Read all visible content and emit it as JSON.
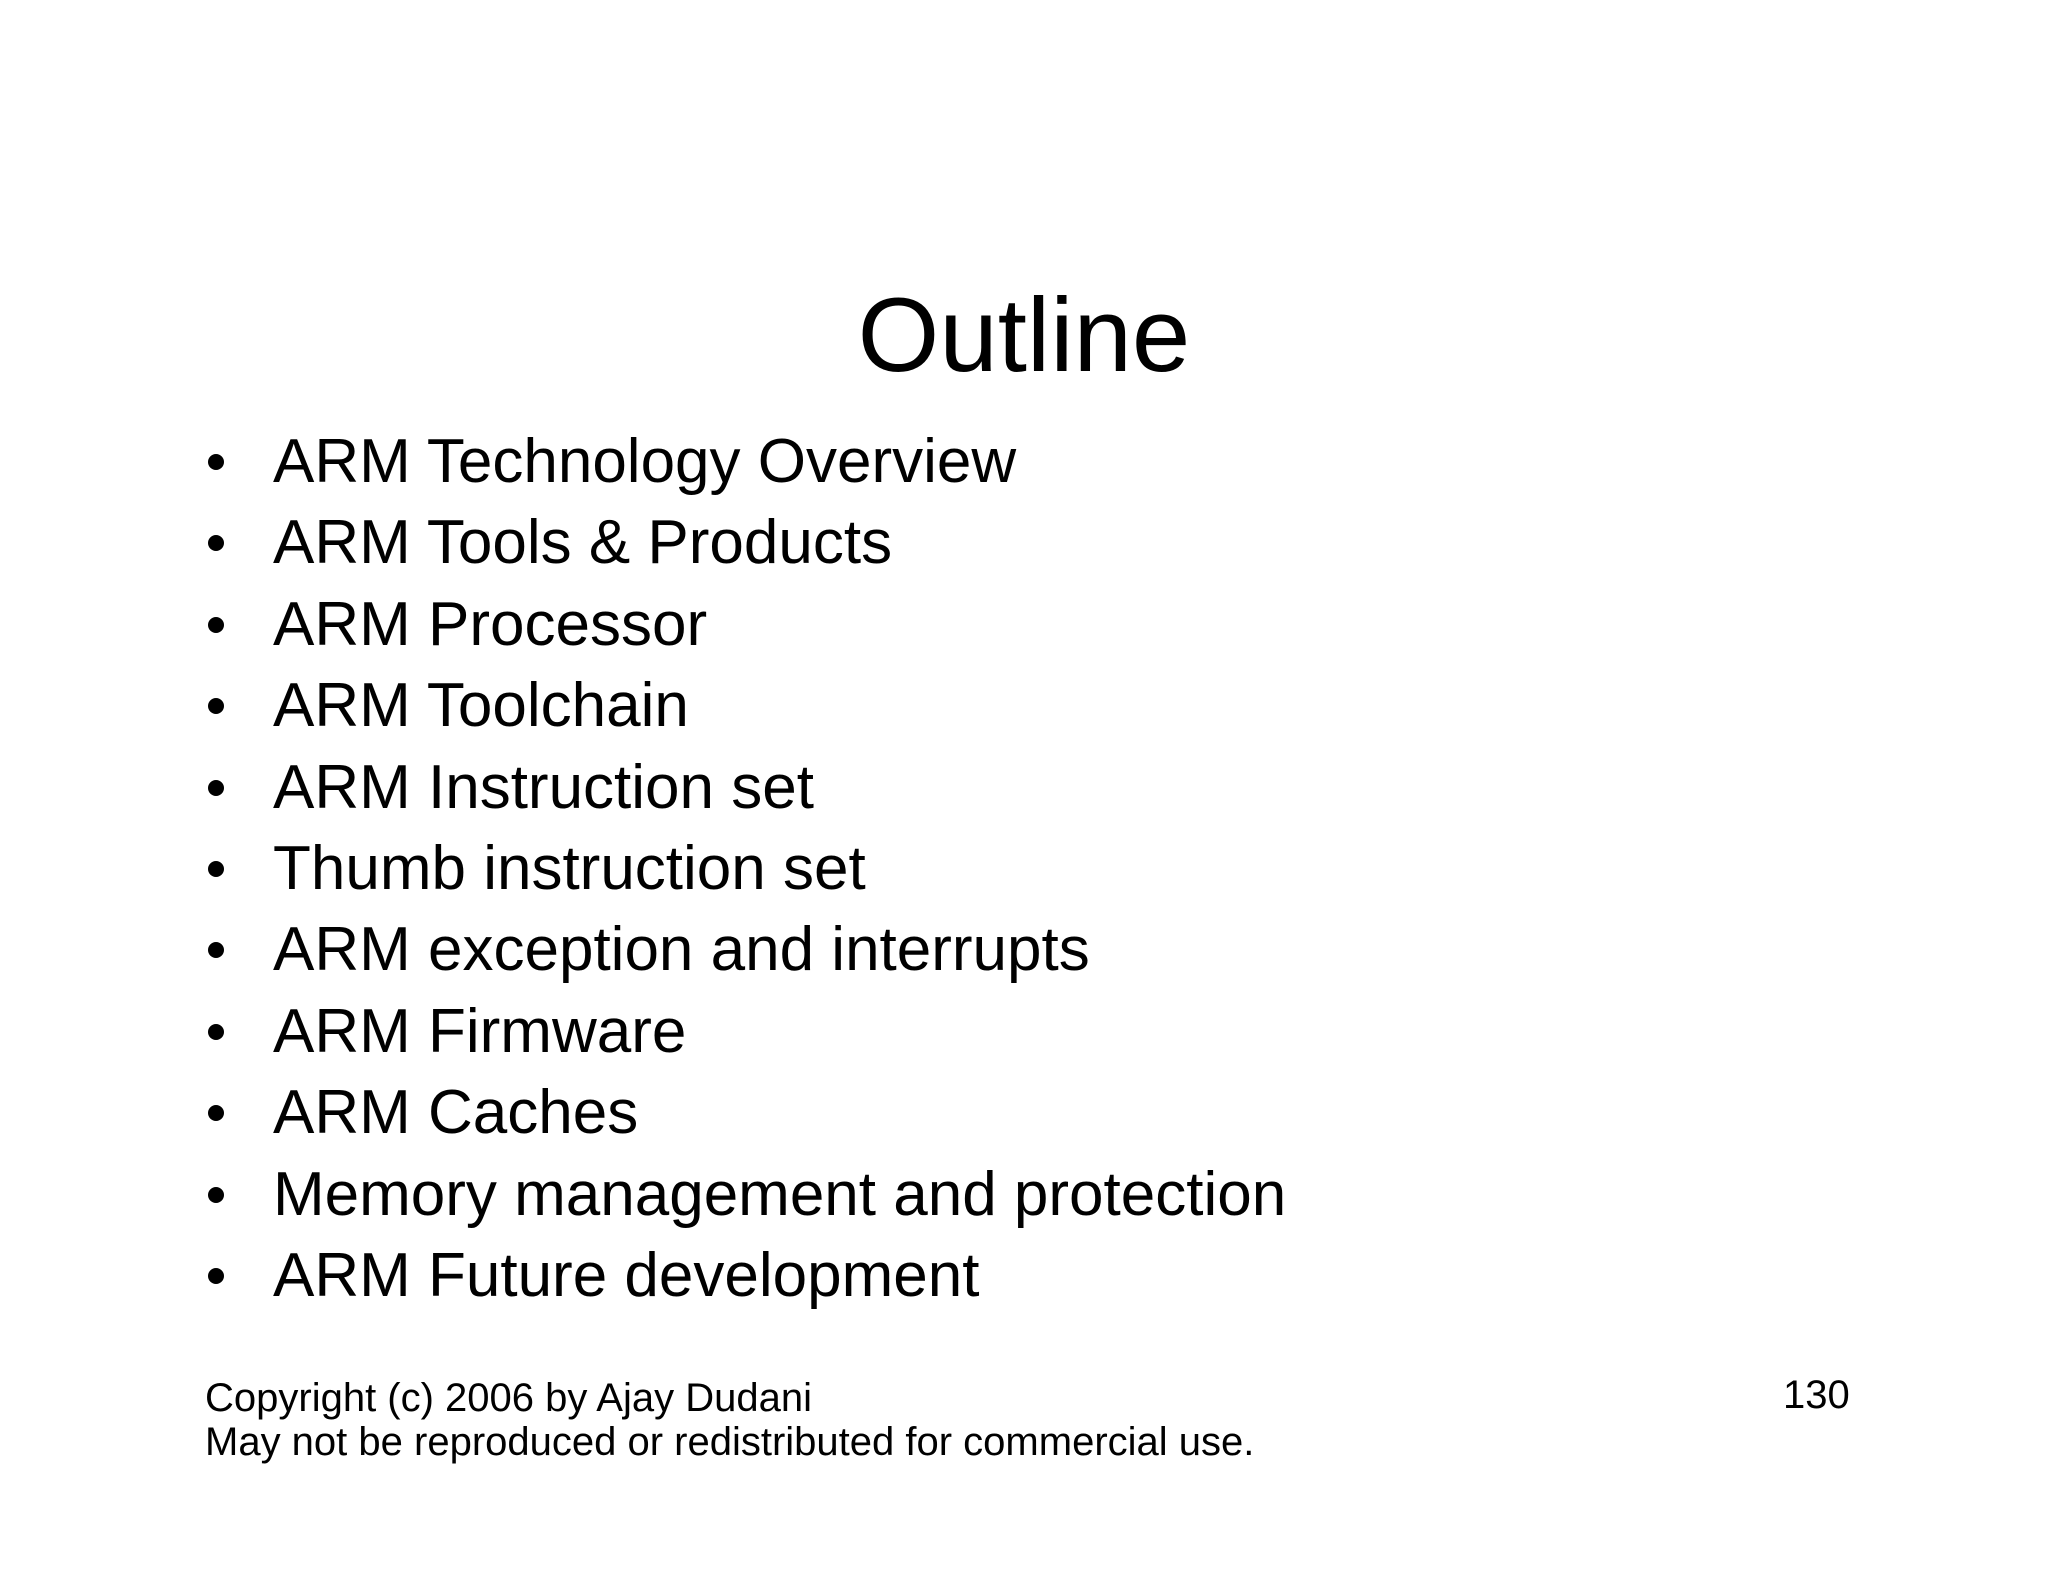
{
  "slide": {
    "title": "Outline",
    "bullets": {
      "marker_icon": "bullet-dot",
      "items": [
        "ARM Technology Overview",
        "ARM Tools & Products",
        "ARM Processor",
        "ARM Toolchain",
        "ARM Instruction set",
        "Thumb instruction set",
        "ARM exception and interrupts",
        "ARM Firmware",
        "ARM Caches",
        "Memory management and protection",
        "ARM Future development"
      ]
    },
    "footer": {
      "line1": "Copyright (c) 2006 by Ajay Dudani",
      "line2": "May not be reproduced or redistributed for commercial use."
    },
    "page_number": "130",
    "colors": {
      "background": "#ffffff",
      "text": "#000000"
    }
  }
}
